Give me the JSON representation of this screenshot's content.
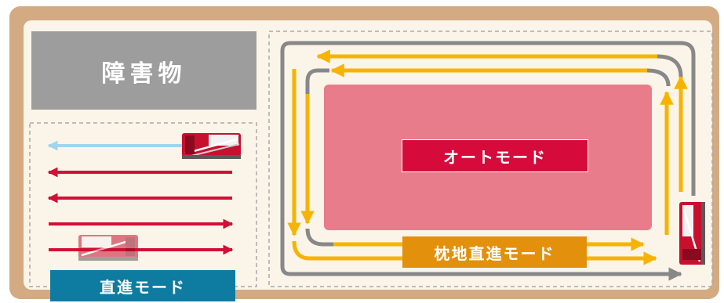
{
  "labels": {
    "obstacle": "障害物",
    "straight_mode": "直進モード",
    "auto_mode": "オートモード",
    "headland_mode": "枕地直進モード"
  },
  "colors": {
    "frame": "#d3aa82",
    "background": "#fbf4e8",
    "obstacle": "#9d9d9d",
    "auto_field": "#e87c8b",
    "auto_label_bg": "#d60b3b",
    "straight_label_bg": "#0e7ca0",
    "headland_label_bg": "#e3900d",
    "row_arrow_red": "#d20f36",
    "row_arrow_light": "#9fd5ef",
    "loop_gray": "#888888",
    "loop_yellow": "#f6b400"
  },
  "icons": [
    "harvester-machine-icon"
  ]
}
